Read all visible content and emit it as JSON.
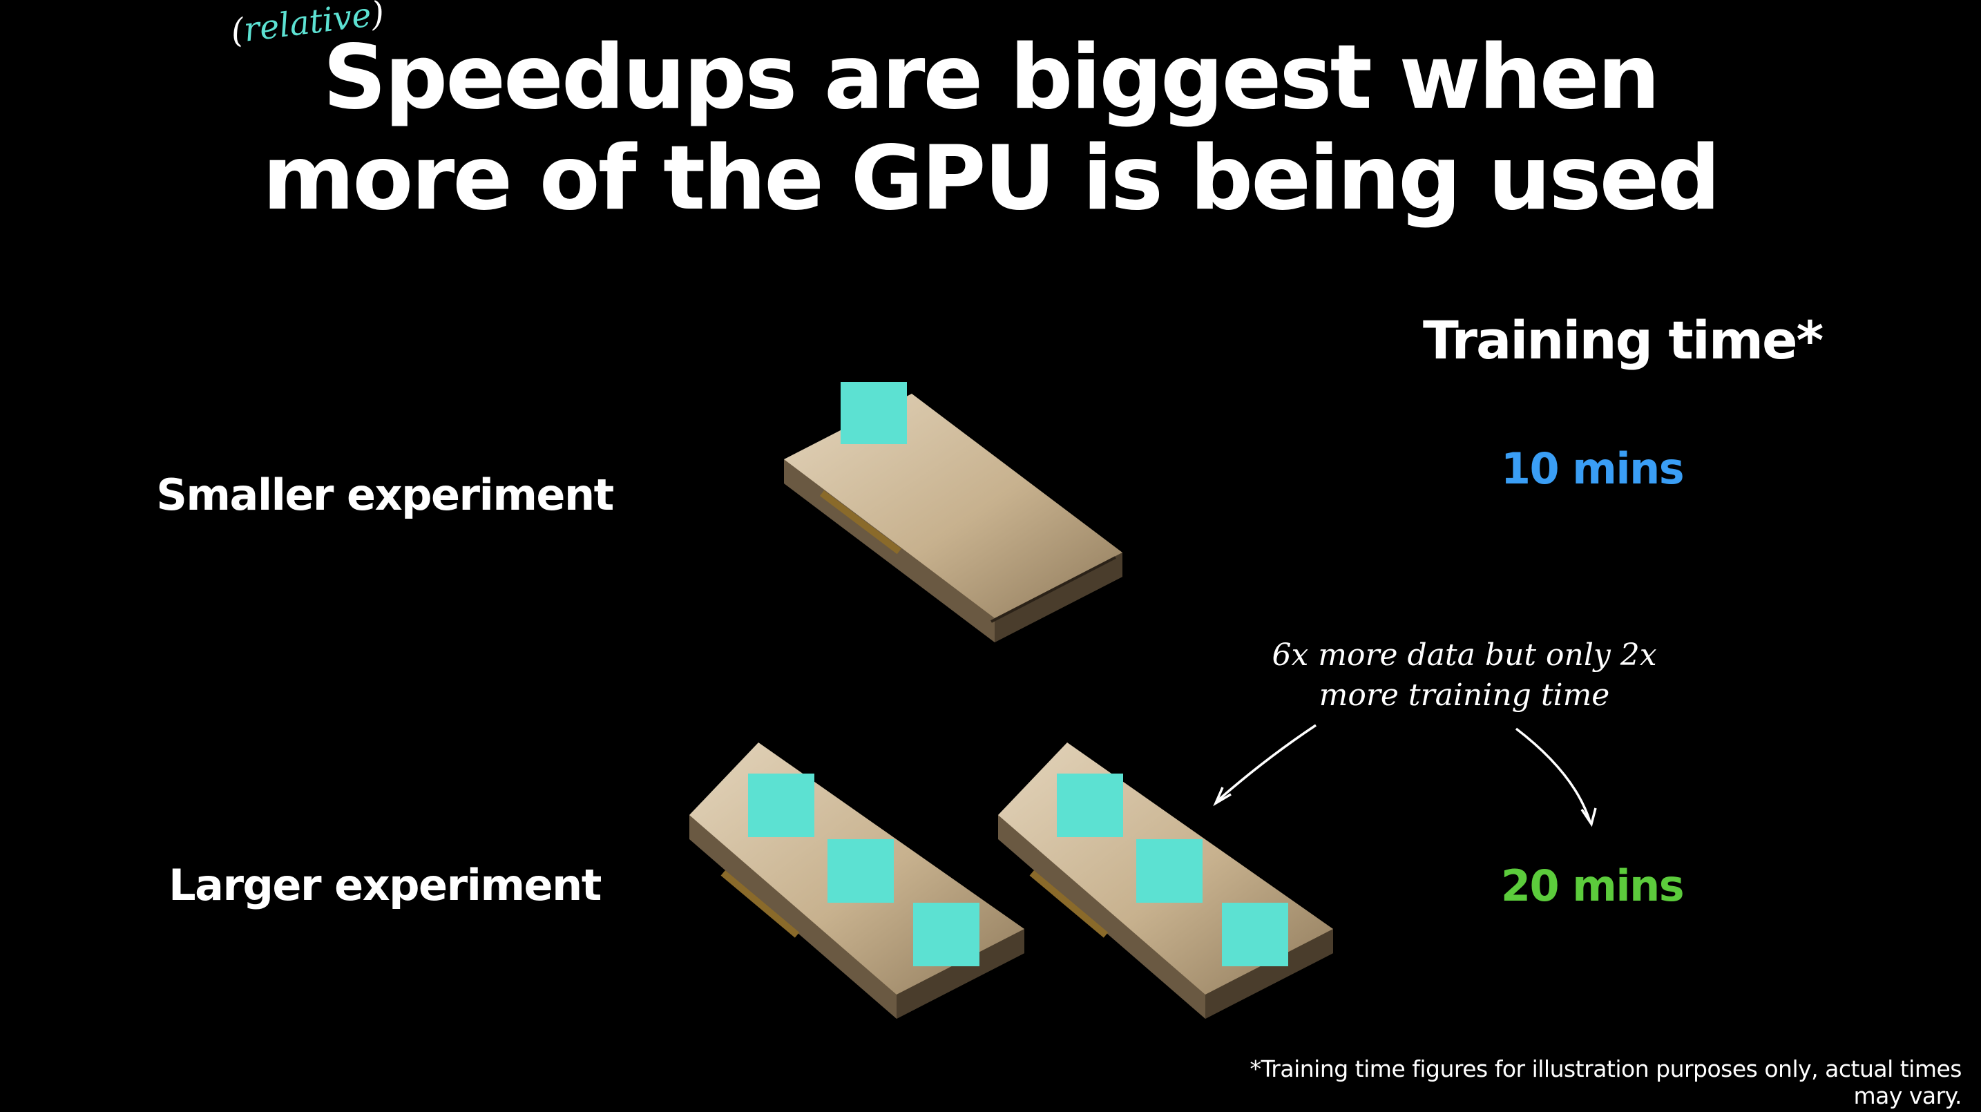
{
  "slide": {
    "title_line1": "Speedups are biggest when",
    "title_line2": "more of the GPU is being used",
    "title_note": "relative",
    "column_header": "Training time*",
    "rows": [
      {
        "label": "Smaller experiment",
        "time": "10 mins",
        "time_color": "#3a9ef5",
        "gpus": 1,
        "used_blocks": 1
      },
      {
        "label": "Larger experiment",
        "time": "20 mins",
        "time_color": "#5ccc3c",
        "gpus": 2,
        "used_blocks": 3
      }
    ],
    "annotation_line1": "6x more data but only 2x",
    "annotation_line2": "more training time",
    "footnote": "*Training time figures for illustration purposes only, actual times may vary."
  },
  "colors": {
    "background": "#000000",
    "text": "#ffffff",
    "gpu_usage_block": "#5ce1d2",
    "gpu_body": "#c9b79a",
    "relative_note": "#5ce1d2"
  },
  "icons": [
    "gpu-card-icon",
    "arrow-icon"
  ]
}
